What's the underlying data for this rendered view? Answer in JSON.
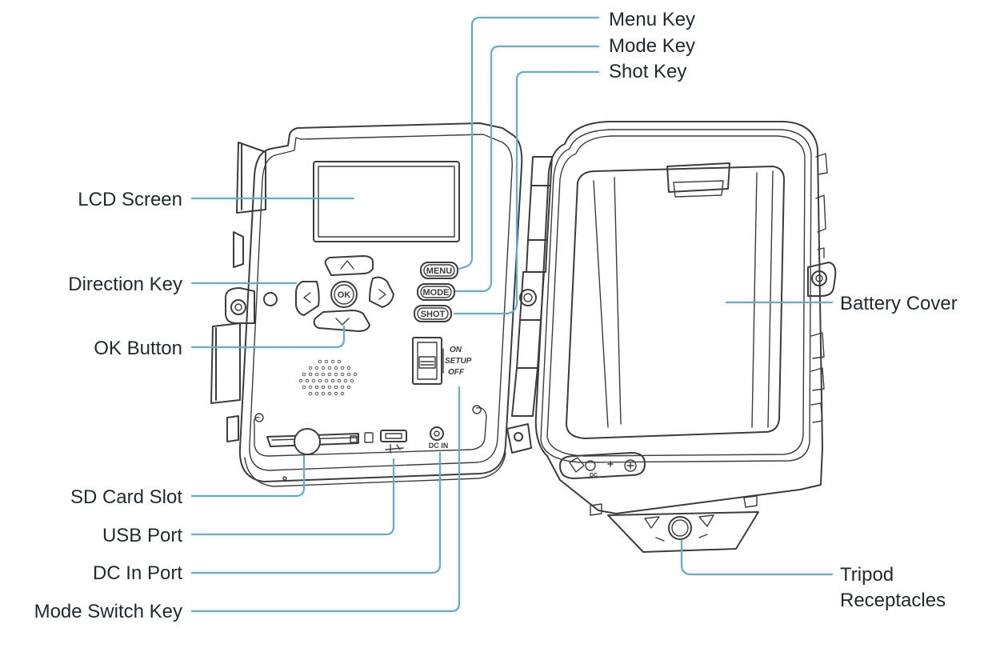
{
  "callouts": {
    "menu_key": "Menu Key",
    "mode_key": "Mode Key",
    "shot_key": "Shot Key",
    "lcd_screen": "LCD Screen",
    "direction_key": "Direction Key",
    "ok_button": "OK Button",
    "battery_cover": "Battery Cover",
    "sd_card_slot": "SD Card Slot",
    "usb_port": "USB Port",
    "dc_in_port": "DC In Port",
    "mode_switch_key": "Mode Switch Key",
    "tripod_receptacles_line1": "Tripod",
    "tripod_receptacles_line2": "Receptacles"
  },
  "device_markings": {
    "menu": "MENU",
    "mode": "MODE",
    "shot": "SHOT",
    "ok": "OK",
    "switch_on": "ON",
    "switch_setup": "SETUP",
    "switch_off": "OFF",
    "dc_in": "DC IN",
    "dc": "DC"
  },
  "colors": {
    "leader_line": "#5aaed8",
    "outline": "#3c3c3c",
    "label_text": "#1f2a30"
  }
}
